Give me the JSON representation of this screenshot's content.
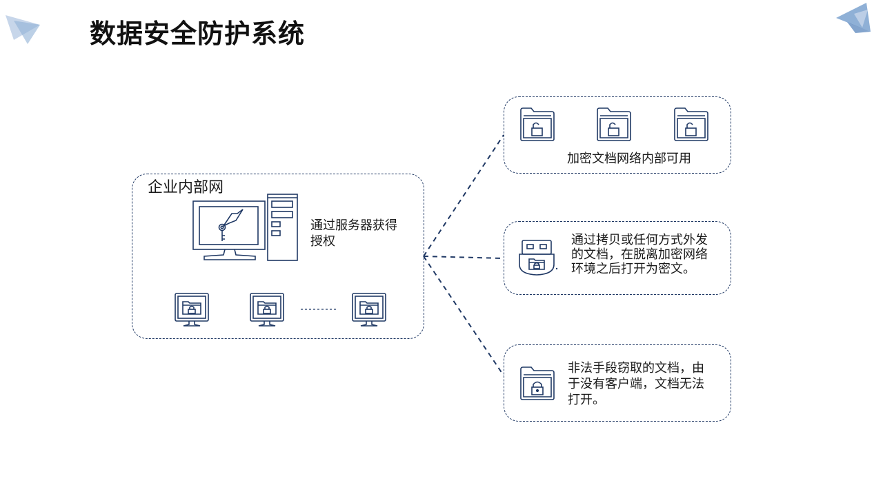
{
  "title": "数据安全防护系统",
  "colors": {
    "accent": "#1f3864",
    "deco_light": "#c7d6ea",
    "deco_mid": "#8fb0d6",
    "deco_dark": "#4f7db8"
  },
  "enterprise": {
    "label": "企业内部网",
    "server_note_line1": "通过服务器获得",
    "server_note_line2": "授权",
    "terminal_icons": [
      "monitor-locked-folder-icon",
      "monitor-locked-folder-icon",
      "monitor-locked-folder-icon"
    ]
  },
  "outcomes": [
    {
      "icons": [
        "unlocked-folder-icon",
        "unlocked-folder-icon",
        "unlocked-folder-icon"
      ],
      "text": "加密文档网络内部可用"
    },
    {
      "icons": [
        "usb-drive-icon"
      ],
      "lines": [
        "通过拷贝或任何方式外发",
        "的文档，在脱离加密网络",
        "环境之后打开为密文。"
      ]
    },
    {
      "icons": [
        "locked-folder-icon"
      ],
      "lines": [
        "非法手段窃取的文档，由",
        "于没有客户端，文档无法",
        "打开。"
      ]
    }
  ]
}
